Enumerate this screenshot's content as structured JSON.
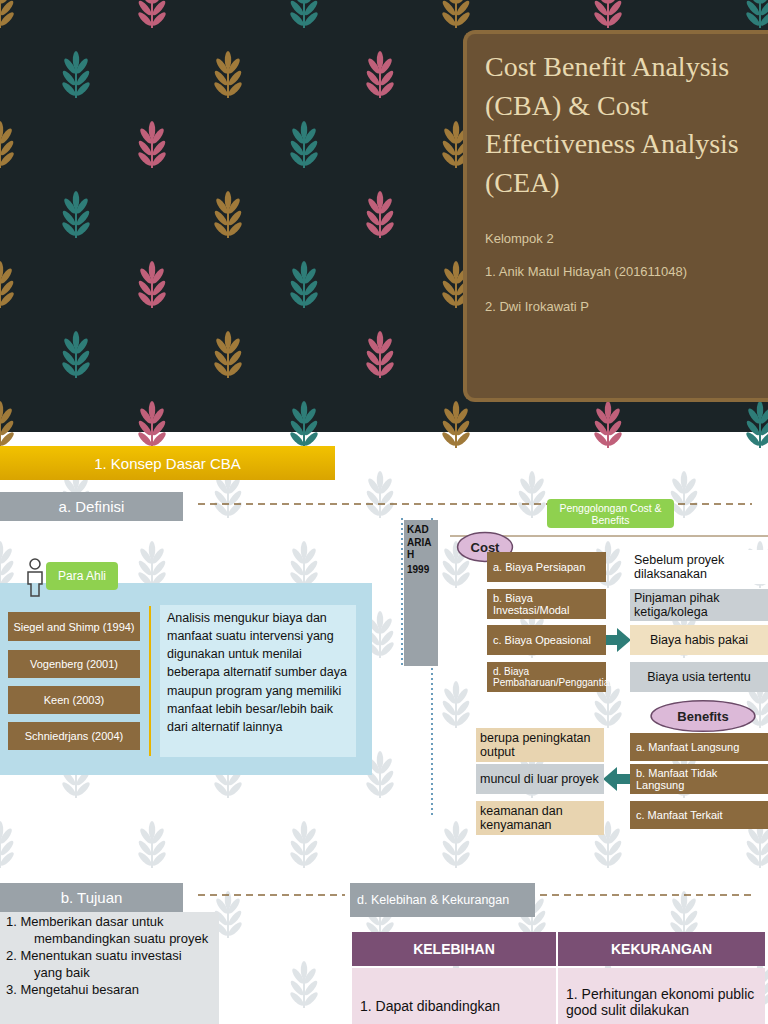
{
  "diagram": {
    "nodes": [
      {
        "text": [
          "Cost Benefit Analysis (CBA) & Cost Effectiveness Analysis (CEA)",
          "Kelompok 2",
          "1. Anik Matul Hidayah (201611048)",
          "2. Dwi Irokawati P"
        ]
      },
      {
        "text": [
          "1. Konsep Dasar CBA"
        ]
      },
      {
        "text": [
          "a. Definisi"
        ]
      },
      {
        "text": [
          "Para Ahli"
        ]
      },
      {
        "text": [
          "Siegel and Shimp (1994)"
        ]
      },
      {
        "text": [
          "Vogenberg (2001)"
        ]
      },
      {
        "text": [
          "Keen (2003)"
        ]
      },
      {
        "text": [
          "Schniedrjans (2004)"
        ]
      },
      {
        "text": [
          "Analisis mengukur biaya dan manfaat suatu intervensi yang digunakan untuk menilai beberapa alternatif sumber daya maupun program yang memiliki manfaat lebih besar/lebih baik dari alternatif lainnya"
        ]
      },
      {
        "text": [
          "Penggolongan Cost & Benefits"
        ]
      },
      {
        "text": [
          "KADARIAH",
          "1999"
        ]
      },
      {
        "text": [
          "Cost"
        ]
      },
      {
        "text": [
          "a. Biaya Persiapan"
        ]
      },
      {
        "text": [
          "Sebelum proyek dilaksanakan"
        ]
      },
      {
        "text": [
          "b. Biaya Investasi/Modal"
        ]
      },
      {
        "text": [
          "Pinjaman pihak ketiga/kolega"
        ]
      },
      {
        "text": [
          "c. Biaya Opeasional"
        ]
      },
      {
        "text": [
          "Biaya habis pakai"
        ]
      },
      {
        "text": [
          "d. Biaya Pembaharuan/Penggantian"
        ]
      },
      {
        "text": [
          "Biaya usia tertentu"
        ]
      },
      {
        "text": [
          "Benefits"
        ]
      },
      {
        "text": [
          "berupa peningkatan output"
        ]
      },
      {
        "text": [
          "a. Manfaat Langsung"
        ]
      },
      {
        "text": [
          "muncul di luar proyek"
        ]
      },
      {
        "text": [
          "b. Manfaat Tidak Langsung"
        ]
      },
      {
        "text": [
          "keamanan dan kenyamanan"
        ]
      },
      {
        "text": [
          "c. Manfaat Terkait"
        ]
      },
      {
        "text": [
          "b. Tujuan"
        ]
      },
      {
        "text": [
          "1. Memberikan dasar untuk membandingkan suatu proyek",
          "2. Menentukan suatu investasi yang baik",
          "3. Mengetahui besaran"
        ]
      },
      {
        "text": [
          "d. Kelebihan & Kekurangan"
        ]
      },
      {
        "text": [
          "KELEBIHAN"
        ]
      },
      {
        "text": [
          "KEKURANGAN"
        ]
      },
      {
        "text": [
          "1. Dapat dibandingkan"
        ]
      },
      {
        "text": [
          "1. Perhitungan ekonomi public good sulit dilakukan"
        ]
      }
    ],
    "edges": [
      {
        "from": 16,
        "to": 17,
        "arrow": "to"
      },
      {
        "from": 24,
        "to": 23,
        "arrow": "to"
      }
    ]
  }
}
